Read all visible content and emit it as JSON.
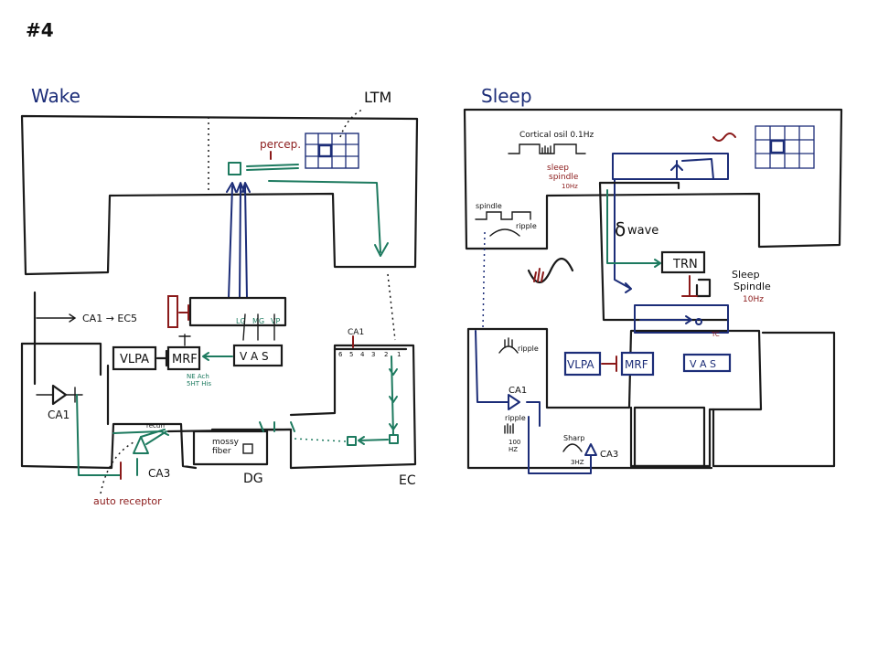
{
  "slide_number": "#4",
  "colors": {
    "ink": "#1a1a1a",
    "green": "#1d7a5f",
    "navy": "#1c2d78",
    "red": "#8b1a1a",
    "blue_title": "#1c2d78"
  },
  "wake": {
    "title": "Wake",
    "ltm": "LTM",
    "percep": "percep.",
    "ca1_ec5": "CA1 → EC5",
    "vlpa": "VLPA",
    "mrf": "MRF",
    "vas": "V A S",
    "neurotransmitters": "NE Ach",
    "nt_line2": "5HT His",
    "thalamic_nuclei": [
      "LG",
      "MG",
      "VP"
    ],
    "ca1": "CA1",
    "ca3": "CA3",
    "recurrent": "recurr",
    "mossy_fiber_1": "mossy",
    "mossy_fiber_2": "fiber",
    "dg": "DG",
    "ec": "EC",
    "ec_ca1": "CA1",
    "ec_layers": [
      "6",
      "5",
      "4",
      "3",
      "2",
      "1"
    ],
    "auto_receptor": "auto receptor"
  },
  "sleep": {
    "title": "Sleep",
    "cortical_osil": "Cortical osil 0.1Hz",
    "sleep_spindle_1": "sleep",
    "sleep_spindle_2": "spindle",
    "sleep_spindle_freq": "10Hz",
    "spindle": "spindle",
    "ripple_top": "ripple",
    "delta_wave_symbol": "δ",
    "delta_wave": "wave",
    "trn": "TRN",
    "sleep_spindle_right_1": "Sleep",
    "sleep_spindle_right_2": "Spindle",
    "sleep_spindle_right_freq": "10Hz",
    "tc": "TC",
    "vlpa": "VLPA",
    "mrf": "MRF",
    "vas": "V A S",
    "ripple_mid": "ripple",
    "ca1": "CA1",
    "ripple_low": "ripple",
    "freq_100": "100",
    "freq_hz": "HZ",
    "sharp": "Sharp",
    "freq_3hz": "3HZ",
    "ca3": "CA3"
  }
}
